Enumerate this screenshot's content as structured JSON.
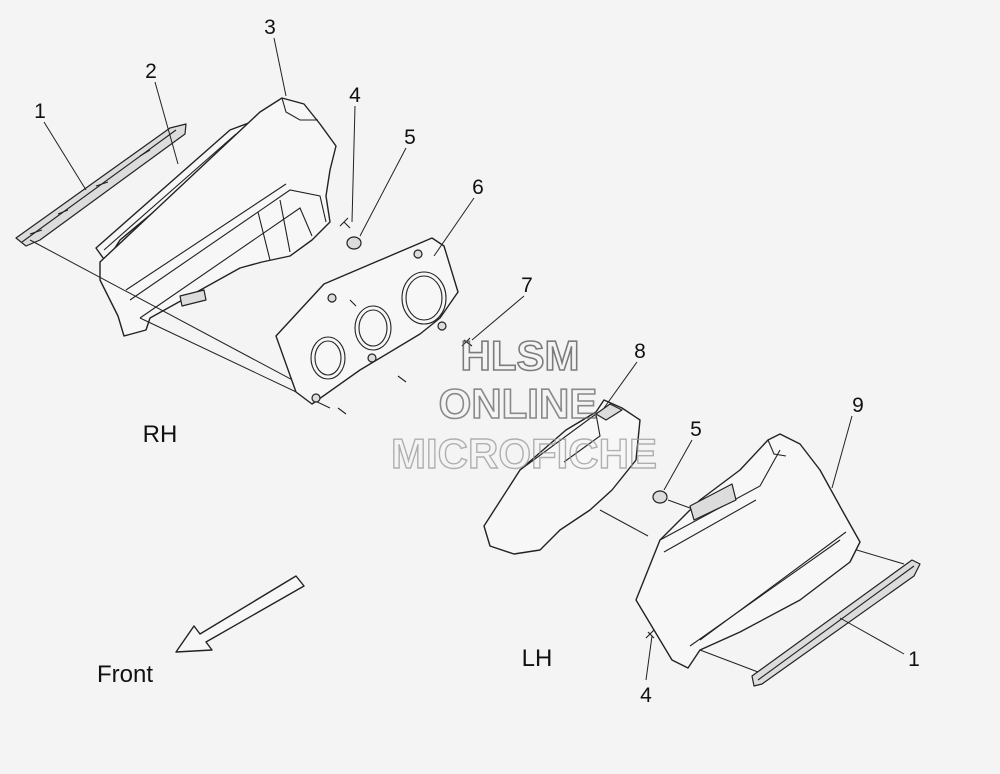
{
  "diagram": {
    "callouts": [
      {
        "id": "c1a",
        "text": "1"
      },
      {
        "id": "c2",
        "text": "2"
      },
      {
        "id": "c3",
        "text": "3"
      },
      {
        "id": "c4a",
        "text": "4"
      },
      {
        "id": "c5a",
        "text": "5"
      },
      {
        "id": "c6",
        "text": "6"
      },
      {
        "id": "c7",
        "text": "7"
      },
      {
        "id": "c8",
        "text": "8"
      },
      {
        "id": "c5b",
        "text": "5"
      },
      {
        "id": "c9",
        "text": "9"
      },
      {
        "id": "c1b",
        "text": "1"
      },
      {
        "id": "c4b",
        "text": "4"
      }
    ],
    "labels": {
      "rh": "RH",
      "lh": "LH",
      "front": "Front"
    },
    "watermark": {
      "line1": "HLSM",
      "line2": "ONLINE",
      "line3": "MICROFICHE"
    }
  }
}
